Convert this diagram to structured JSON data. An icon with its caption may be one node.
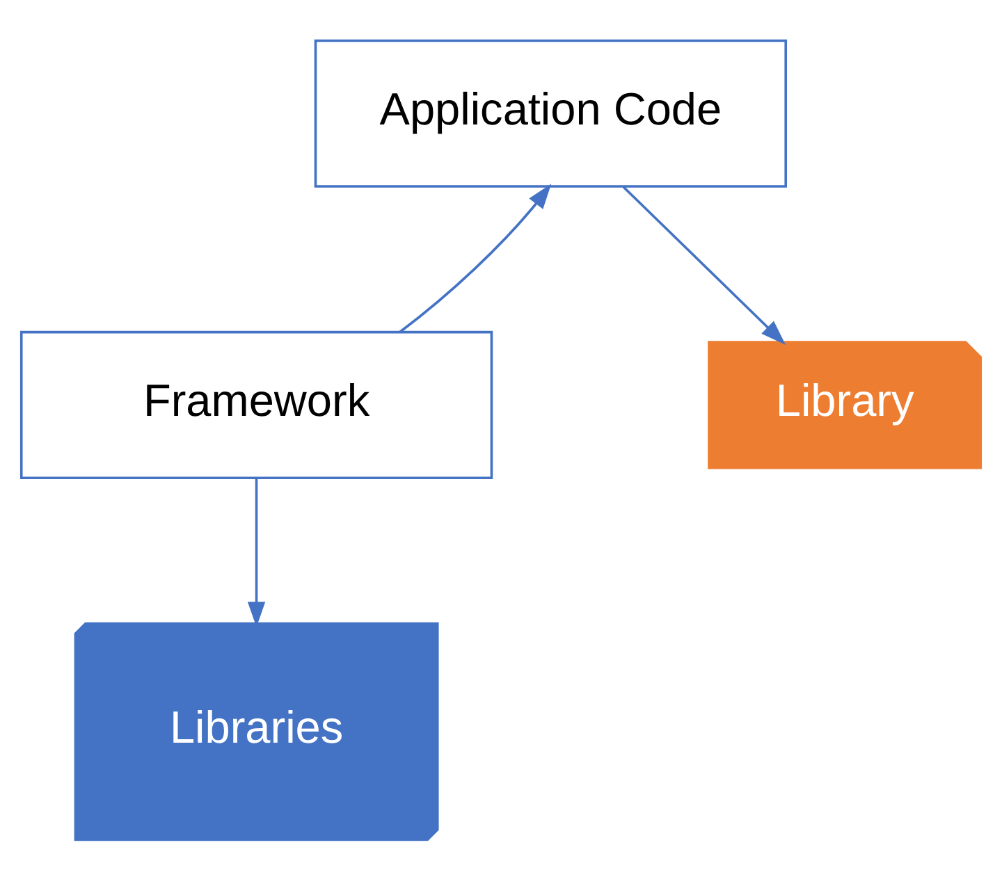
{
  "diagram": {
    "nodes": [
      {
        "text": [
          "Application Code"
        ]
      },
      {
        "text": [
          "Framework"
        ]
      },
      {
        "text": [
          "Library"
        ]
      },
      {
        "text": [
          "Libraries"
        ]
      }
    ],
    "edges": [
      {
        "from": 1,
        "to": 0,
        "arrow": "to"
      },
      {
        "from": 0,
        "to": 2,
        "arrow": "to"
      },
      {
        "from": 1,
        "to": 3,
        "arrow": "to"
      }
    ]
  }
}
